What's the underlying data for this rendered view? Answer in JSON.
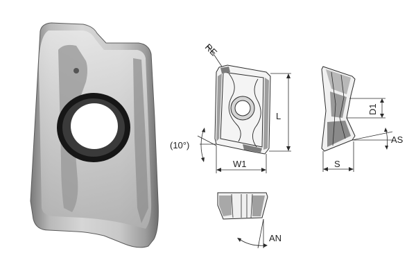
{
  "labels": {
    "re": "RE",
    "l": "L",
    "angle": "(10°)",
    "w1": "W1",
    "d1": "D1",
    "as": "AS",
    "s": "S",
    "an": "AN"
  },
  "colors": {
    "line": "#2a2a2a",
    "insert_dark": "#6c6c6c",
    "insert_mid": "#a9a9a9",
    "insert_light": "#dcdcdc",
    "hole_ring": "#151515"
  }
}
